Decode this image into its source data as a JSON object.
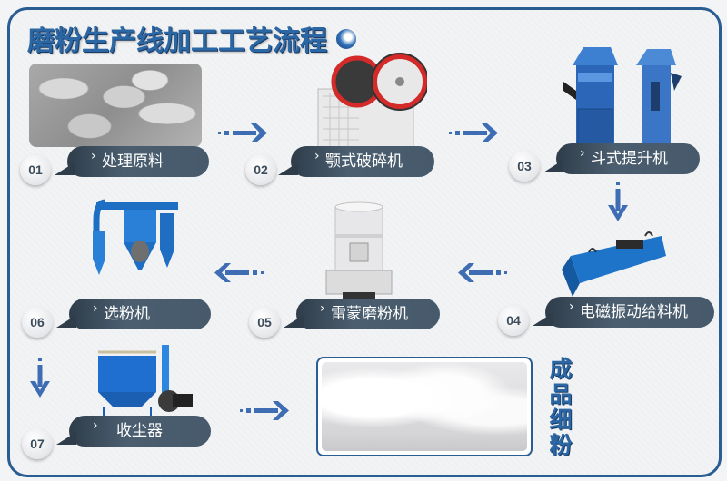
{
  "title": "磨粉生产线加工工艺流程",
  "colors": {
    "border": "#2a5d92",
    "title": "#2b67a5",
    "label_bg": "#475a6b",
    "arrow": "#3f6db3"
  },
  "steps": [
    {
      "num": "01",
      "label": "处理原料",
      "image": "raw-stone-photo"
    },
    {
      "num": "02",
      "label": "颚式破碎机",
      "image": "jaw-crusher"
    },
    {
      "num": "03",
      "label": "斗式提升机",
      "image": "bucket-elevator"
    },
    {
      "num": "04",
      "label": "电磁振动给料机",
      "image": "vibrating-feeder"
    },
    {
      "num": "05",
      "label": "雷蒙磨粉机",
      "image": "raymond-mill"
    },
    {
      "num": "06",
      "label": "选粉机",
      "image": "powder-separator"
    },
    {
      "num": "07",
      "label": "收尘器",
      "image": "dust-collector"
    }
  ],
  "final": {
    "label_chars": [
      "成",
      "品",
      "细",
      "粉"
    ],
    "image": "fine-powder-photo"
  },
  "chevron": "›"
}
